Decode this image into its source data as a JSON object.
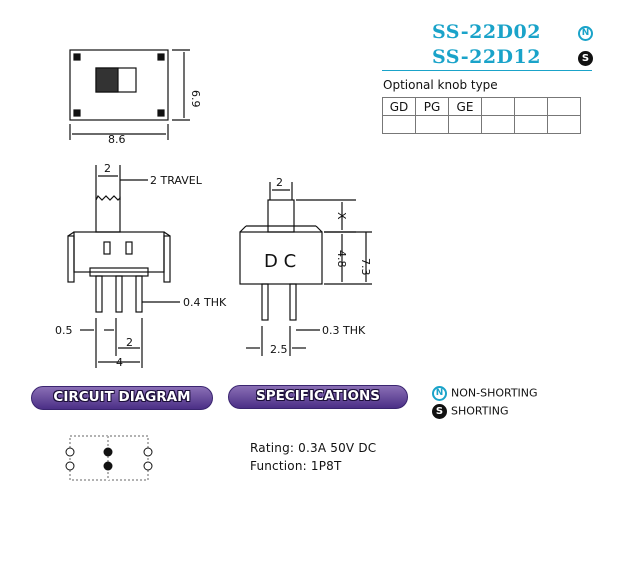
{
  "part_numbers": [
    {
      "code": "SS-22D02",
      "badge": "N"
    },
    {
      "code": "SS-22D12",
      "badge": "S"
    }
  ],
  "knob": {
    "title": "Optional knob type",
    "headers": [
      "GD",
      "PG",
      "GE",
      "",
      "",
      ""
    ]
  },
  "drawing": {
    "top_view": {
      "width": "8.6",
      "height": "6.9"
    },
    "front_view": {
      "pin_pitch_top": "2",
      "travel": "2  TRAVEL",
      "thk": "0.4  THK",
      "pin_width": "0.5",
      "pin_pitch": "2",
      "span": "4"
    },
    "side_view": {
      "top": "2",
      "x": "X",
      "body": "4.8",
      "total": "7.3",
      "label": "D C",
      "thk": "0.3  THK",
      "span": "2.5"
    }
  },
  "headings": {
    "circuit": "CIRCUIT DIAGRAM",
    "specifications": "SPECIFICATIONS"
  },
  "legend": {
    "non_shorting": "NON-SHORTING",
    "shorting": "SHORTING",
    "n_badge": "N",
    "s_badge": "S"
  },
  "specs": {
    "rating": "Rating: 0.3A 50V DC",
    "function": "Function: 1P8T"
  },
  "colors": {
    "accent": "#1aa3c9",
    "heading": "#4b2f86"
  }
}
